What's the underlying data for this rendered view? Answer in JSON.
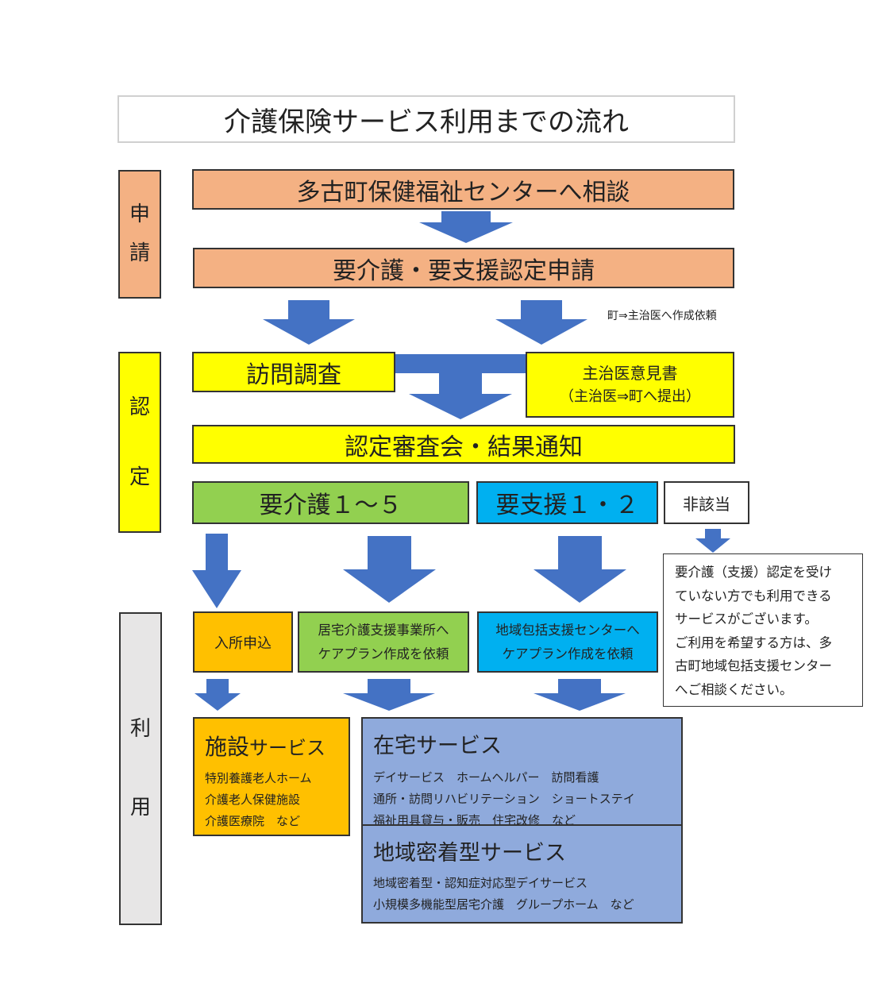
{
  "title": "介護保険サービス利用までの流れ",
  "colors": {
    "apply": "#f4b183",
    "certify": "#ffff00",
    "care": "#92d050",
    "support": "#00b0f0",
    "facility": "#ffc000",
    "home": "#8faadc",
    "use_label": "#e7e6e6",
    "arrow": "#4472c4"
  },
  "sections": {
    "apply": {
      "c1": "申",
      "c2": "請"
    },
    "certify": {
      "c1": "認",
      "c2": "定"
    },
    "use": {
      "c1": "利",
      "c2": "用"
    }
  },
  "steps": {
    "consult": "多古町保健福祉センターへ相談",
    "application": "要介護・要支援認定申請",
    "doctor_request_note": "町⇒主治医へ作成依頼",
    "visit_survey": "訪問調査",
    "doctor_opinion": {
      "line1": "主治医意見書",
      "line2": "（主治医⇒町へ提出）"
    },
    "review": "認定審査会・結果通知"
  },
  "results": {
    "care": "要介護１〜５",
    "support": "要支援１・２",
    "not_applicable": "非該当"
  },
  "not_applicable_note": {
    "lines": [
      "要介護（支援）認定を受け",
      "ていない方でも利用できる",
      "サービスがございます。",
      "ご利用を希望する方は、多",
      "古町地域包括支援センター",
      "へご相談ください。"
    ]
  },
  "plans": {
    "admission": "入所申込",
    "home_care_office": {
      "line1": "居宅介護支援事業所へ",
      "line2": "ケアプラン作成を依頼"
    },
    "community_center": {
      "line1": "地域包括支援センターへ",
      "line2": "ケアプラン作成を依頼"
    }
  },
  "services": {
    "facility": {
      "title_main": "施設",
      "title_sub": "サービス",
      "items": [
        "特別養護老人ホーム",
        "介護老人保健施設",
        "介護医療院　など"
      ]
    },
    "home": {
      "title": "在宅サービス",
      "items": [
        "デイサービス　ホームヘルパー　訪問看護",
        "通所・訪問リハビリテーション　ショートステイ",
        "福祉用具貸与・販売　住宅改修　など"
      ]
    },
    "community": {
      "title": "地域密着型サービス",
      "items": [
        "地域密着型・認知症対応型デイサービス",
        "小規模多機能型居宅介護　グループホーム　など"
      ]
    }
  }
}
